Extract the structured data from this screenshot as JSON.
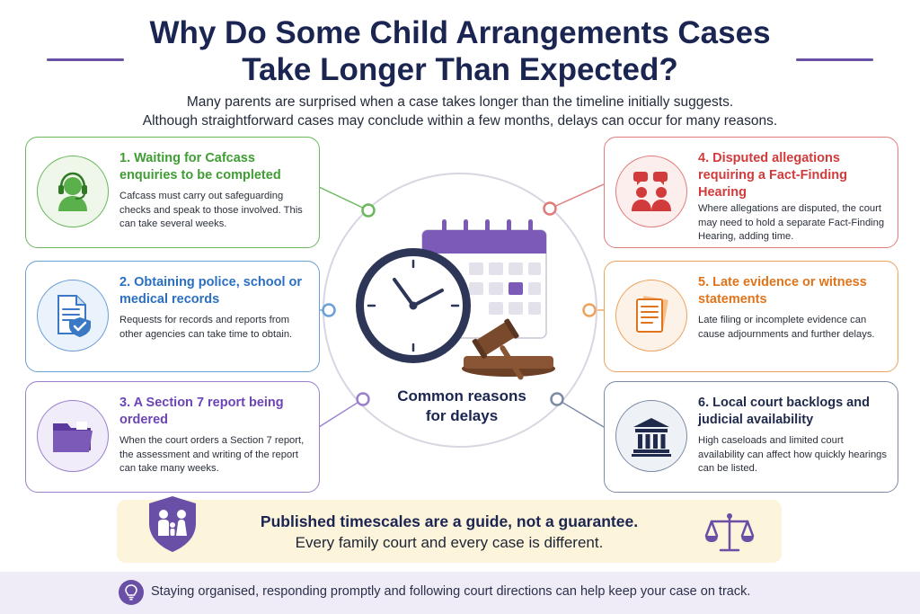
{
  "header": {
    "title_line1": "Why Do Some Child Arrangements Cases",
    "title_line2": "Take Longer Than Expected?",
    "subtitle_line1": "Many parents are surprised when a case takes longer than the timeline initially suggests.",
    "subtitle_line2": "Although straightforward cases may conclude within a few months, delays can occur for many reasons."
  },
  "cards": [
    {
      "title": "1. Waiting for Cafcass enquiries to be completed",
      "body": "Cafcass must carry out safeguarding checks and speak to those involved. This can take several weeks.",
      "icon": "headset-person-icon",
      "color": "#3f9d33"
    },
    {
      "title": "2. Obtaining police, school or medical records",
      "body": "Requests for records and reports from other agencies can take time to obtain.",
      "icon": "document-shield-icon",
      "color": "#2b6fc0"
    },
    {
      "title": "3. A Section 7 report being ordered",
      "body": "When the court orders a Section 7 report, the assessment and writing of the report can take many weeks.",
      "icon": "folder-icon",
      "color": "#6b45b6"
    },
    {
      "title": "4. Disputed allegations requiring a Fact-Finding Hearing",
      "body": "Where allegations are disputed, the court may need to hold a separate Fact-Finding Hearing, adding time.",
      "icon": "people-speech-icon",
      "color": "#d23b3b"
    },
    {
      "title": "5. Late evidence or witness statements",
      "body": "Late filing or incomplete evidence can cause adjournments and further delays.",
      "icon": "papers-icon",
      "color": "#e0741c"
    },
    {
      "title": "6. Local court backlogs and judicial availability",
      "body": "High caseloads and limited court availability can affect how quickly hearings can be listed.",
      "icon": "courthouse-icon",
      "color": "#1f2a4c"
    }
  ],
  "center": {
    "label_line1": "Common reasons",
    "label_line2": "for delays"
  },
  "banner": {
    "title": "Published timescales are a guide, not a guarantee.",
    "subtitle": "Every family court and every case is different."
  },
  "footer": {
    "text": "Staying organised, responding promptly and following court directions can help keep your case on track."
  }
}
